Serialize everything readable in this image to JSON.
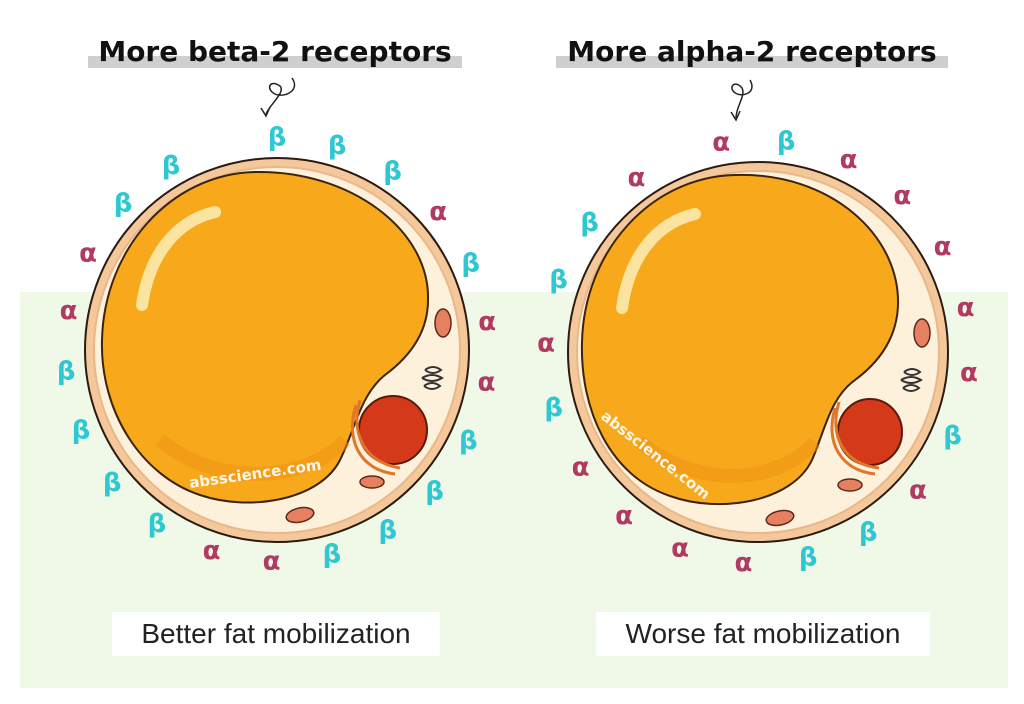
{
  "left": {
    "title": "More beta-2 receptors",
    "caption": "Better fat mobilization",
    "watermark": "absscience.com",
    "receptors": [
      "β",
      "β",
      "β",
      "α",
      "β",
      "α",
      "α",
      "β",
      "β",
      "β",
      "β",
      "α",
      "α",
      "β",
      "β",
      "β",
      "β",
      "α",
      "α",
      "β",
      "β"
    ]
  },
  "right": {
    "title": "More alpha-2 receptors",
    "caption": "Worse fat mobilization",
    "watermark": "absscience.com",
    "receptors": [
      "α",
      "β",
      "α",
      "α",
      "α",
      "α",
      "α",
      "β",
      "α",
      "β",
      "β",
      "α",
      "α",
      "α",
      "α",
      "β",
      "α",
      "β",
      "β",
      "α"
    ]
  },
  "colors": {
    "beta": "#2ec8d2",
    "alpha": "#b03a62",
    "fat": "#f7a81b",
    "background": "#f0f8e8"
  },
  "icon_names": [
    "arrow-icon",
    "lipid-droplet",
    "nucleus",
    "mitochondrion",
    "golgi"
  ]
}
